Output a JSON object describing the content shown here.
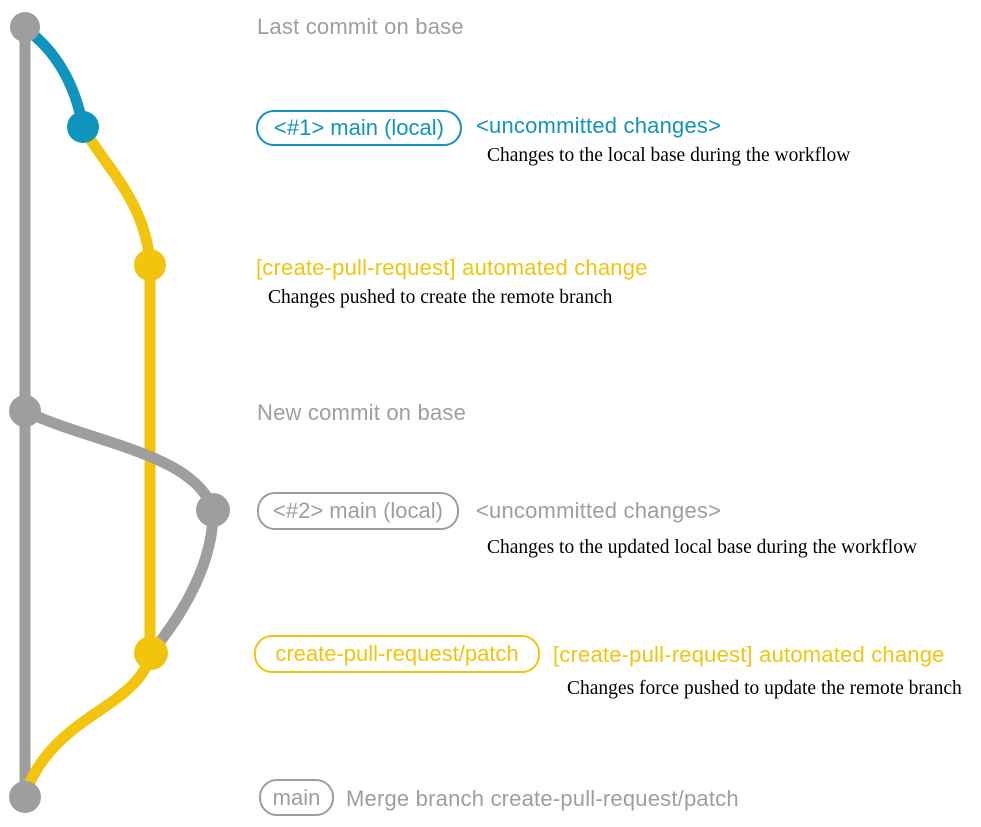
{
  "colors": {
    "gray": "#9e9e9e",
    "blue": "#0f94bd",
    "yellow": "#f2c40e",
    "caption_text": "#000000",
    "background": "#ffffff"
  },
  "rows": [
    {
      "title": "Last commit on base"
    },
    {
      "badge": "<#1> main (local)",
      "title": "<uncommitted changes>",
      "caption": "Changes to the local base during the workflow"
    },
    {
      "title": "[create-pull-request] automated change",
      "caption": "Changes pushed to create the remote branch"
    },
    {
      "title": "New commit on base"
    },
    {
      "badge": "<#2> main (local)",
      "title": "<uncommitted changes>",
      "caption": "Changes to the updated local base during the workflow"
    },
    {
      "badge": "create-pull-request/patch",
      "title": "[create-pull-request] automated change",
      "caption": "Changes force pushed to update the remote branch"
    },
    {
      "badge": "main",
      "title": "Merge branch create-pull-request/patch"
    }
  ],
  "graph": {
    "commit_colors": [
      "gray",
      "blue",
      "yellow",
      "gray",
      "gray",
      "yellow",
      "gray"
    ]
  }
}
